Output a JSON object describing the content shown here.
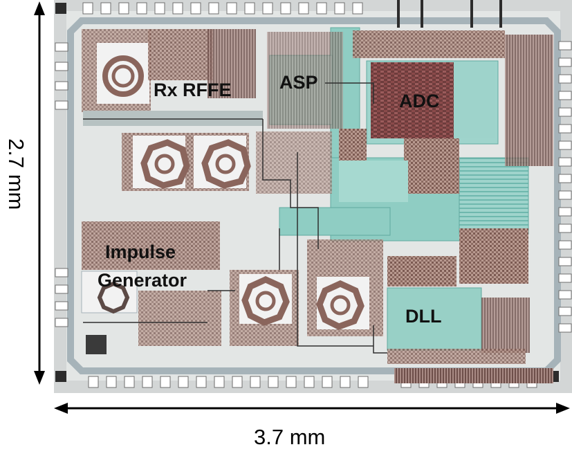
{
  "dimensions": {
    "width": "3.7 mm",
    "height": "2.7 mm"
  },
  "blocks": {
    "rx_rffe": "Rx RFFE",
    "asp": "ASP",
    "adc": "ADC",
    "impulse_generator_line1": "Impulse",
    "impulse_generator_line2": "Generator",
    "dll": "DLL"
  },
  "colors": {
    "die_background": "#c9cdcd",
    "metal_trace": "#7fc7bd",
    "pad_frame": "#a9b7bd",
    "device_hatch": "#8a6a62",
    "arrow": "#000000"
  }
}
